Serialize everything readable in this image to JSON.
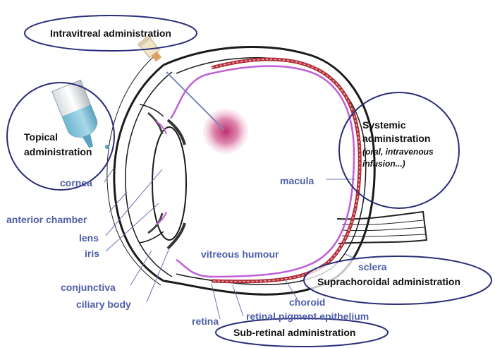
{
  "routes": {
    "intravitreal": "Intravitreal administration",
    "topical_line1": "Topical",
    "topical_line2": "administration",
    "systemic_line1": "Systemic",
    "systemic_line2": "administration",
    "systemic_note1": "(oral, intravenous",
    "systemic_note2": "infusion...)",
    "suprachoroidal": "Suprachoroidal administration",
    "subretinal": "Sub-retinal administration"
  },
  "anatomy": {
    "cornea": "cornea",
    "anterior_chamber": "anterior chamber",
    "lens": "lens",
    "iris": "iris",
    "conjunctiva": "conjunctiva",
    "ciliary_body": "ciliary body",
    "vitreous_humour": "vitreous humour",
    "macula": "macula",
    "sclera": "sclera",
    "choroid": "choroid",
    "retinal_pigment_epithelium": "retinal pigment epithelium",
    "retina": "retina"
  },
  "colors": {
    "label_blue": "#4f5fa8",
    "ellipse_navy": "#2b2d7a",
    "retina_magenta": "#c060d8",
    "choroid_red": "#b0303a",
    "drug_pink": "#d8709a"
  }
}
